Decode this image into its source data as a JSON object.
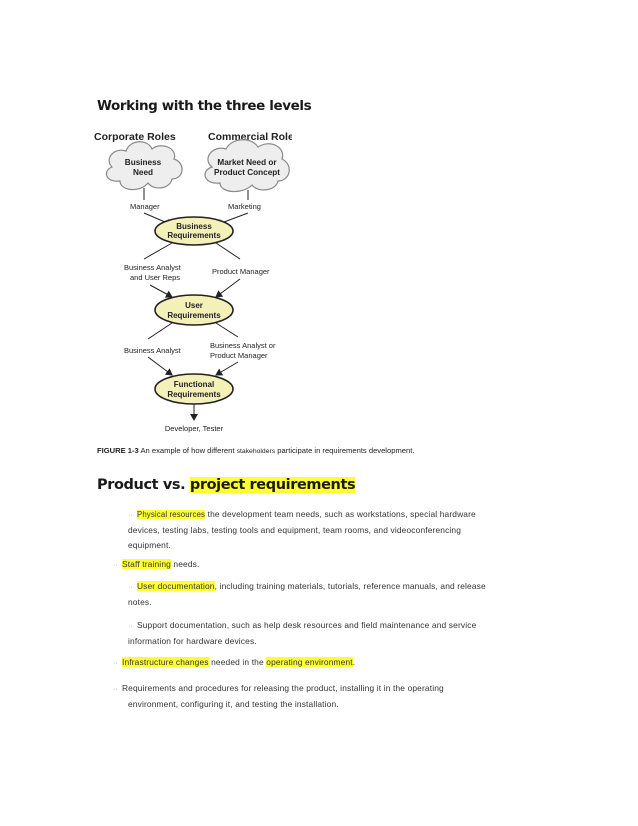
{
  "section1": {
    "title": "Working with the three levels"
  },
  "diagram": {
    "col_left_title": "Corporate Roles",
    "col_right_title": "Commercial Roles",
    "cloud_left": [
      "Business",
      "Need"
    ],
    "cloud_right": [
      "Market Need or",
      "Product Concept"
    ],
    "label_manager": "Manager",
    "label_marketing": "Marketing",
    "oval_business": [
      "Business",
      "Requirements"
    ],
    "label_ba_user": [
      "Business Analyst",
      "and User Reps"
    ],
    "label_pm": "Product Manager",
    "oval_user": [
      "User",
      "Requirements"
    ],
    "label_ba": "Business Analyst",
    "label_ba_pm": [
      "Business Analyst or",
      "Product Manager"
    ],
    "oval_functional": [
      "Functional",
      "Requirements"
    ],
    "label_dev_tester": "Developer, Tester",
    "colors": {
      "oval_fill": "#f4f1b8",
      "oval_stroke": "#222222",
      "cloud_fill": "#eeeeee",
      "cloud_stroke": "#888888"
    }
  },
  "caption": {
    "label": "FIGURE 1-3",
    "text_a": "An example of how different ",
    "text_b": "stakeholders",
    "text_c": " participate in requirements development."
  },
  "section2": {
    "title_a": "Product vs. ",
    "title_b": "project requirements"
  },
  "bullet_glyph": "··",
  "items": {
    "i1": {
      "hl": "Physical resources",
      "rest": " the development team needs, such as workstations, special hardware",
      "line2": "devices, testing labs, testing tools and equipment, team rooms, and videoconferencing",
      "line3": "equipment."
    },
    "i2": {
      "hl": "Staff training",
      "rest": " needs."
    },
    "i3": {
      "hl": "User documentation",
      "rest": ", including training materials, tutorials, reference manuals, and release",
      "line2": "notes."
    },
    "i4": {
      "text": "Support documentation, such as help desk resources  and field maintenance and service",
      "line2": "information for hardware devices."
    },
    "i5": {
      "hl": "Infrastructure changes",
      "mid": " needed in the ",
      "hl2": "operating environment",
      "end": "."
    },
    "i6": {
      "text": "Requirements and procedures for releasing the product, installing it in the operating",
      "line2": "environment, configuring it, and testing the installation."
    }
  }
}
